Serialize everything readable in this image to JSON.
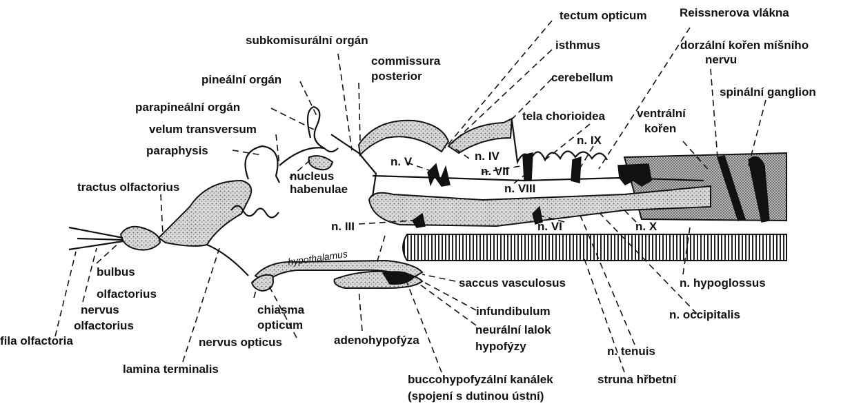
{
  "labels": {
    "tectum_opticum": "tectum opticum",
    "reissnerova_vlakna": "Reissnerova vlákna",
    "subkomisuralni_organ": "subkomisurální orgán",
    "isthmus": "isthmus",
    "dorzalni_koren_1": "dorzální kořen míšního",
    "dorzalni_koren_2": "nervu",
    "commissura_1": "commissura",
    "commissura_2": "posterior",
    "pinealni_organ": "pineální orgán",
    "cerebellum": "cerebellum",
    "spinalni_ganglion": "spinální ganglion",
    "parapinealni_organ": "parapineální orgán",
    "tela_chorioidea": "tela chorioidea",
    "ventralni_koren_1": "ventrální",
    "ventralni_koren_2": "kořen",
    "velum_transversum": "velum transversum",
    "n_ix": "n. IX",
    "paraphysis": "paraphysis",
    "n_iv": "n. IV",
    "n_v": "n. V",
    "n_vii": "n. VII",
    "nucleus_1": "nucleus",
    "nucleus_2": "habenulae",
    "tractus_olfactorius": "tractus olfactorius",
    "n_viii": "n. VIII",
    "n_iii": "n. III",
    "n_vi": "n. VI",
    "n_x": "n. X",
    "hypothalamus": "hypothalamus",
    "bulbus_1": "bulbus",
    "bulbus_2": "olfactorius",
    "saccus_vasculosus": "saccus vasculosus",
    "n_hypoglossus": "n. hypoglossus",
    "nervus_olf_1": "nervus",
    "nervus_olf_2": "olfactorius",
    "chiasma_1": "chiasma",
    "chiasma_2": "opticum",
    "infundibulum": "infundibulum",
    "n_occipitalis": "n. occipitalis",
    "fila_olfactoria": "fila olfactoria",
    "nervus_opticus": "nervus opticus",
    "adenohypofyza": "adenohypofýza",
    "neuralni_lalok_1": "neurální lalok",
    "neuralni_lalok_2": "hypofýzy",
    "n_tenuis": "n. tenuis",
    "lamina_terminalis": "lamina terminalis",
    "buccohypofyzalni_1": "buccohypofyzální kanálek",
    "buccohypofyzalni_2": "(spojení s dutinou ústní)",
    "struna_hrbetni": "struna hřbetní"
  }
}
